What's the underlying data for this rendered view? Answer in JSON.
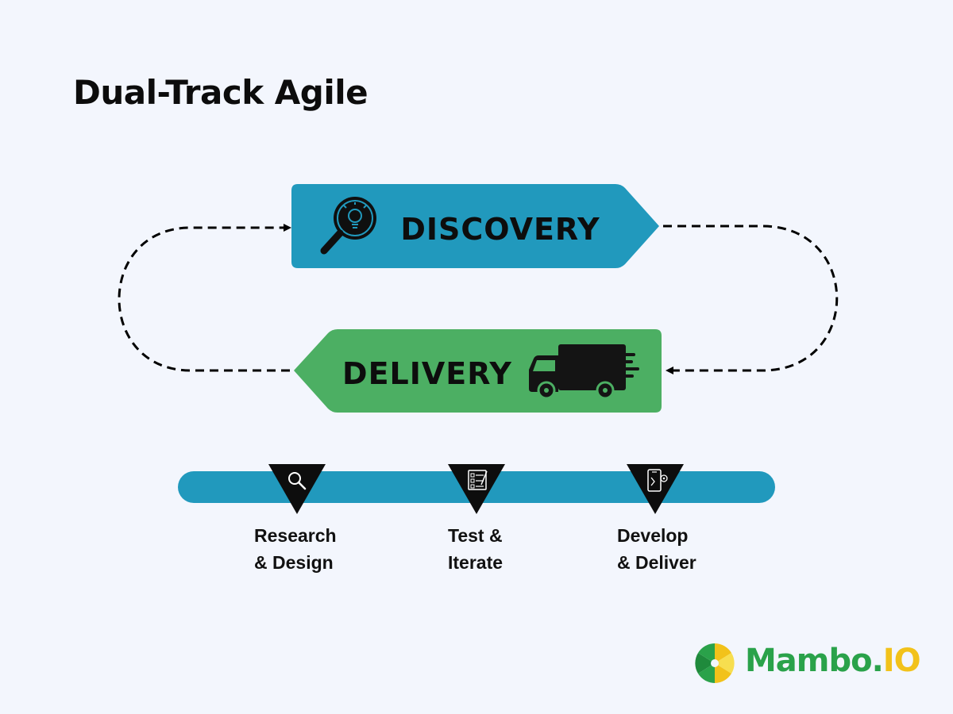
{
  "title": "Dual-Track Agile",
  "tracks": {
    "discovery": {
      "label": "DISCOVERY",
      "color": "#2199bd",
      "icon": "magnifier-lightbulb-icon"
    },
    "delivery": {
      "label": "DELIVERY",
      "color": "#4caf63",
      "icon": "delivery-truck-icon"
    }
  },
  "steps": [
    {
      "label": "Research\n & Design",
      "icon": "search-icon"
    },
    {
      "label": "Test &\nIterate",
      "icon": "checklist-icon"
    },
    {
      "label": "Develop\n & Deliver",
      "icon": "mobile-gear-icon"
    }
  ],
  "timeline_color": "#2199bd",
  "logo": {
    "text_main": "Mambo.",
    "text_accent": "IO",
    "brand_green": "#2aa24a",
    "brand_yellow": "#f2c21a"
  }
}
